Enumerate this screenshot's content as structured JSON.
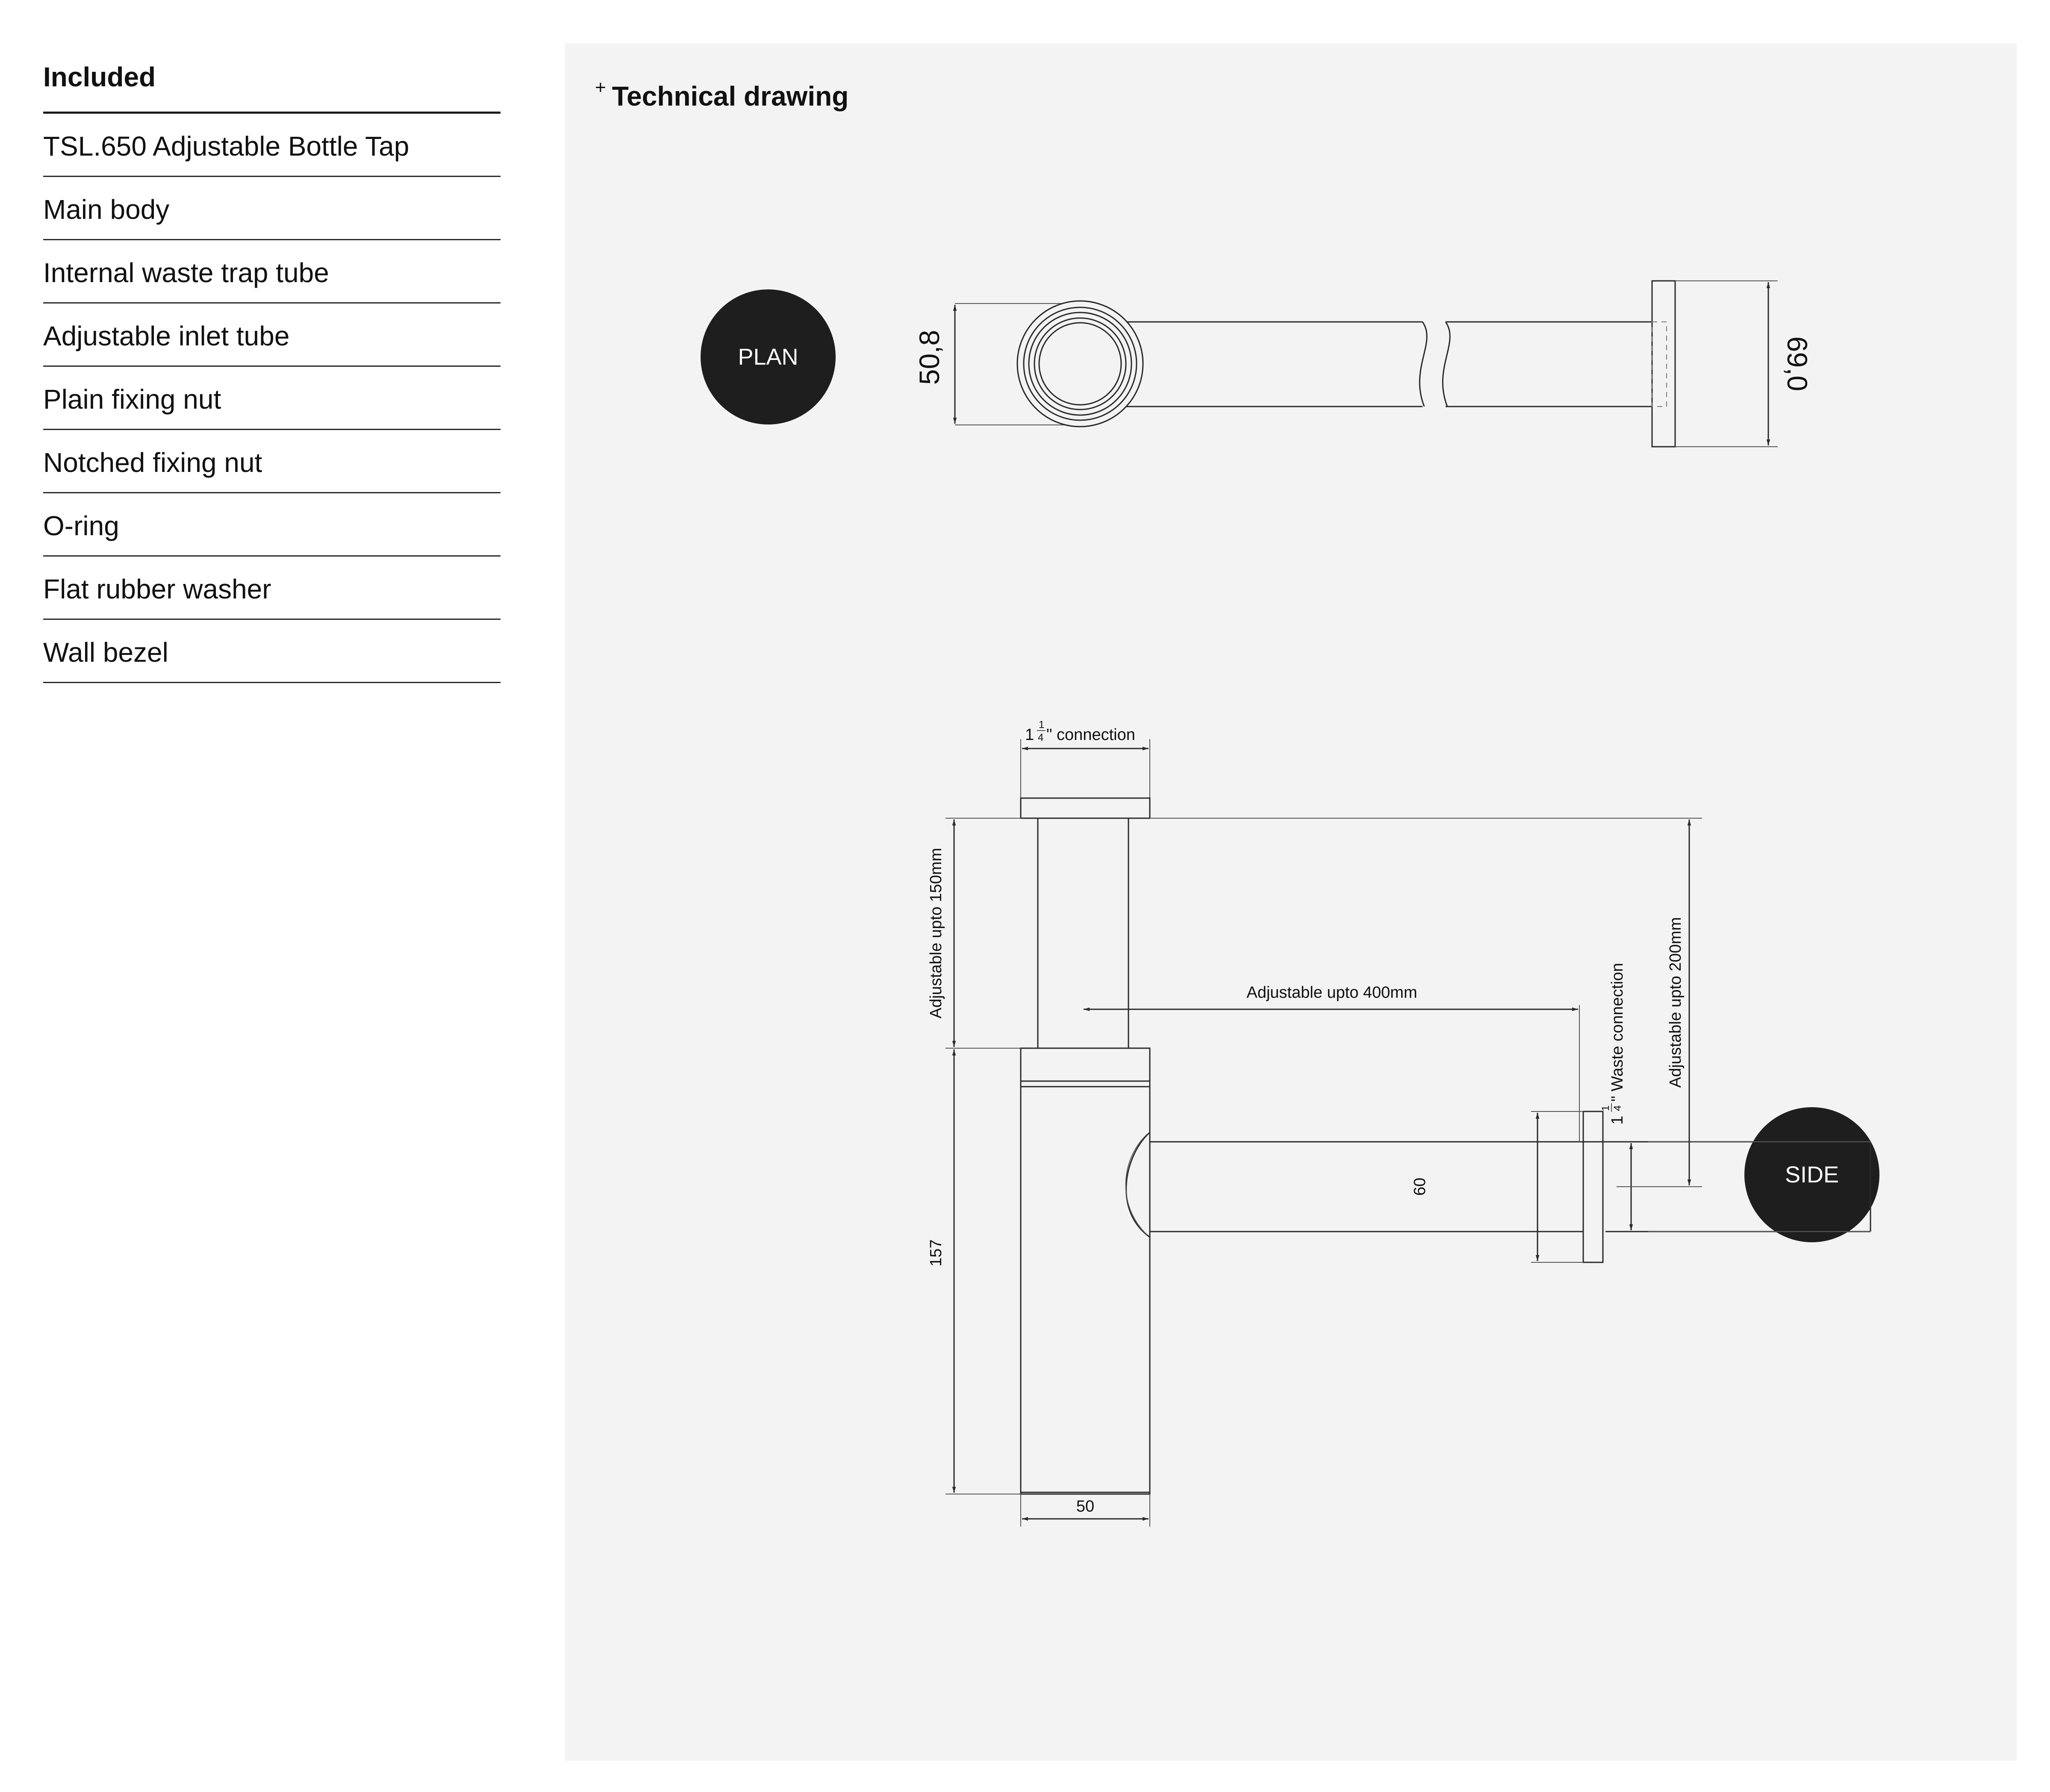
{
  "included": {
    "title": "Included",
    "items": [
      "TSL.650 Adjustable Bottle Tap",
      "Main body",
      "Internal waste trap tube",
      "Adjustable inlet tube",
      "Plain fixing nut",
      "Notched fixing nut",
      "O-ring",
      "Flat rubber washer",
      "Wall bezel"
    ]
  },
  "drawing": {
    "plus": "+",
    "title": "Technical drawing",
    "plan": {
      "badge": "PLAN",
      "dim_diameter": "50,8",
      "dim_bezel": "69,0"
    },
    "side": {
      "badge": "SIDE",
      "connection_whole": "1",
      "connection_num": "1",
      "connection_den": "4",
      "connection_label": "\" connection",
      "adj_150": "Adjustable upto 150mm",
      "adj_400": "Adjustable upto 400mm",
      "waste_whole": "1",
      "waste_num": "1",
      "waste_den": "4",
      "waste_label": "\" Waste connection",
      "adj_200": "Adjustable upto 200mm",
      "dim_157": "157",
      "dim_60": "60",
      "dim_50": "50"
    },
    "colors": {
      "panel_bg": "#f3f3f3",
      "badge_bg": "#1e1e1e",
      "line": "#2a2a2a"
    }
  }
}
